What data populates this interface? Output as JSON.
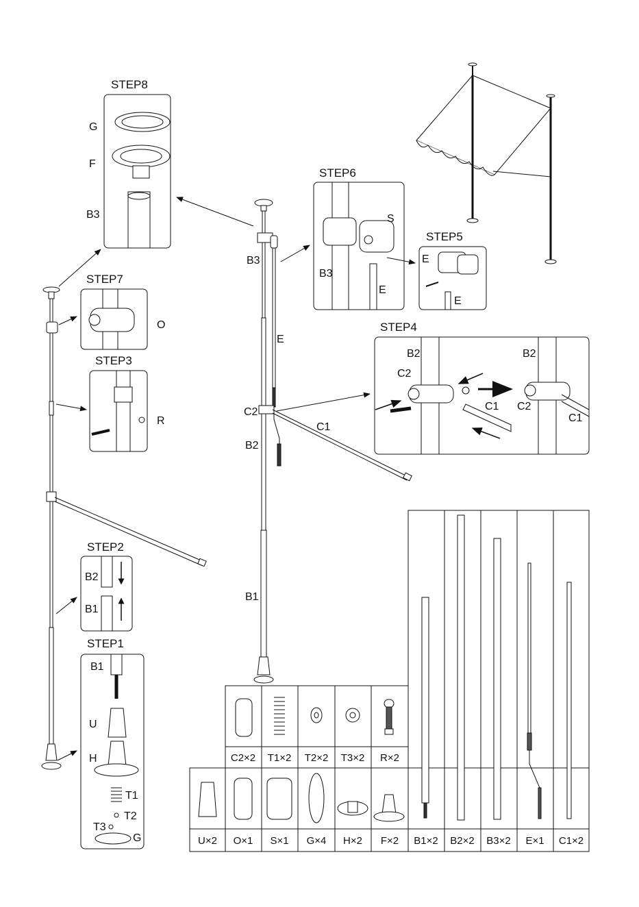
{
  "steps": {
    "step1": "STEP1",
    "step2": "STEP2",
    "step3": "STEP3",
    "step4": "STEP4",
    "step5": "STEP5",
    "step6": "STEP6",
    "step7": "STEP7",
    "step8": "STEP8"
  },
  "labels": {
    "G": "G",
    "F": "F",
    "B3": "B3",
    "O": "O",
    "R": "R",
    "B2": "B2",
    "B1": "B1",
    "U": "U",
    "H": "H",
    "T1": "T1",
    "T2": "T2",
    "T3": "T3",
    "C2": "C2",
    "C1": "C1",
    "E": "E",
    "S": "S"
  },
  "parts_top_row": [
    "C2×2",
    "T1×2",
    "T2×2",
    "T3×2",
    "R×2"
  ],
  "parts_bottom_row": [
    "U×2",
    "O×1",
    "S×1",
    "G×4",
    "H×2",
    "F×2",
    "B1×2",
    "B2×2",
    "B3×2",
    "E×1",
    "C1×2"
  ],
  "colors": {
    "line": "#111111",
    "frame": "#333333",
    "awning": "#ffffff"
  }
}
